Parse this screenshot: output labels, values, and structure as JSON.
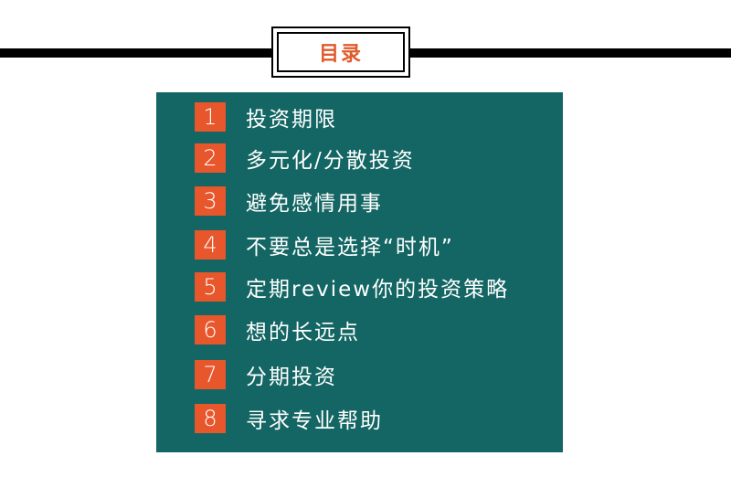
{
  "header": {
    "title": "目录"
  },
  "colors": {
    "panel_bg": "#136663",
    "badge_bg": "#e8562c",
    "title_color": "#e05a2b"
  },
  "items": [
    {
      "num": "1",
      "label": "投资期限"
    },
    {
      "num": "2",
      "label": "多元化/分散投资"
    },
    {
      "num": "3",
      "label": "避免感情用事"
    },
    {
      "num": "4",
      "label": "不要总是选择“时机”"
    },
    {
      "num": "5",
      "label": "定期review你的投资策略"
    },
    {
      "num": "6",
      "label": "想的长远点"
    },
    {
      "num": "7",
      "label": "分期投资"
    },
    {
      "num": "8",
      "label": "寻求专业帮助"
    }
  ]
}
